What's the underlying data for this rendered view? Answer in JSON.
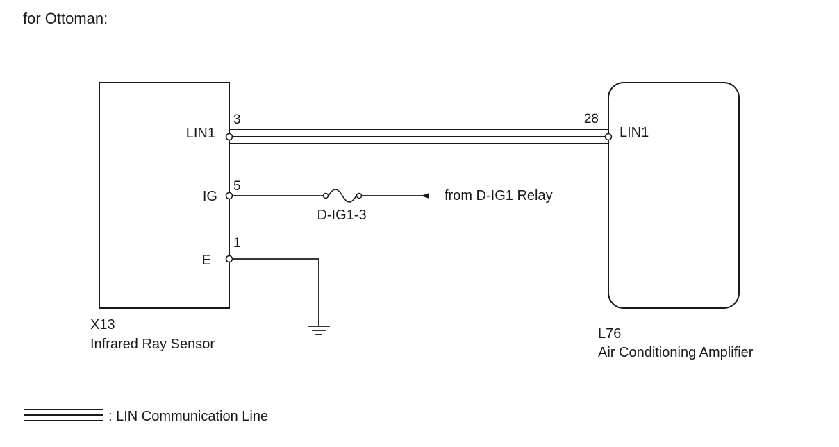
{
  "heading": "for Ottoman:",
  "left_component": {
    "code": "X13",
    "name": "Infrared Ray Sensor",
    "pins": {
      "lin1": {
        "label": "LIN1",
        "number": "3"
      },
      "ig": {
        "label": "IG",
        "number": "5"
      },
      "e": {
        "label": "E",
        "number": "1"
      }
    }
  },
  "right_component": {
    "code": "L76",
    "name": "Air Conditioning Amplifier",
    "pins": {
      "lin1": {
        "label": "LIN1",
        "number": "28"
      }
    }
  },
  "fuse": {
    "label": "D-IG1-3"
  },
  "power_source": "from D-IG1 Relay",
  "legend": {
    "label": ": LIN Communication Line"
  },
  "colors": {
    "line": "#1a1a1a",
    "box": "#1a1a1a",
    "background": "#ffffff"
  }
}
